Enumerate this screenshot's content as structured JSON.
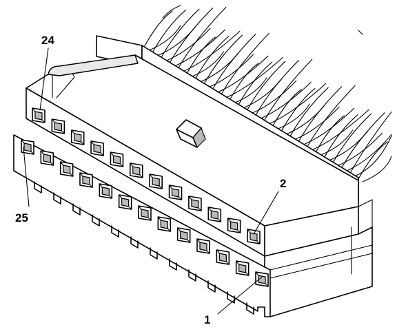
{
  "figure": {
    "callouts": {
      "pin_24": "24",
      "pin_25": "25",
      "pin_2": "2",
      "pin_1": "1"
    },
    "upper_row_cavities": 12,
    "lower_row_cavities": 13,
    "icons": [
      "connector-body-drawing",
      "wire-bundle-drawing",
      "locking-tab-drawing"
    ]
  }
}
